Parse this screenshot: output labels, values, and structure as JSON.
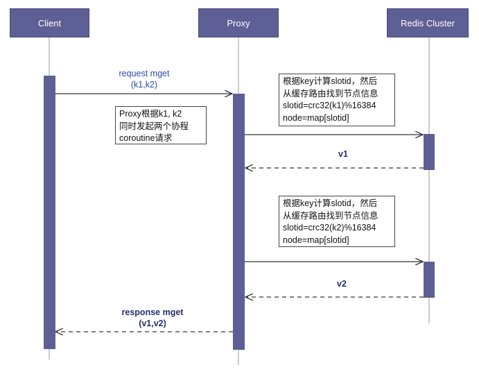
{
  "participants": [
    {
      "name": "Client"
    },
    {
      "name": "Proxy"
    },
    {
      "name": "Redis Cluster"
    }
  ],
  "messages": {
    "request": {
      "line1": "request mget",
      "line2": "(k1,k2)"
    },
    "v1": {
      "label": "v1"
    },
    "v2": {
      "label": "v2"
    },
    "response": {
      "line1": "response mget",
      "line2": "(v1,v2)"
    }
  },
  "notes": {
    "proxy_note": {
      "lines": [
        "Proxy根据k1, k2",
        "同时发起两个协程",
        "coroutine请求"
      ]
    },
    "slot_note_1": {
      "lines": [
        "根据key计算slotid，然后",
        "从缓存路由找到节点信息",
        "slotid=crc32(k1)%16384",
        "node=map[slotid]"
      ]
    },
    "slot_note_2": {
      "lines": [
        "根据key计算slotid，然后",
        "从缓存路由找到节点信息",
        "slotid=crc32(k2)%16384",
        "node=map[slotid]"
      ]
    }
  },
  "colors": {
    "participant_fill": "#5e5f94",
    "activation_fill": "#5e5f94",
    "lifeline": "#9a9a9a",
    "arrow": "#333333",
    "label_blue": "#2b4aa8",
    "label_dark": "#222f6a"
  }
}
